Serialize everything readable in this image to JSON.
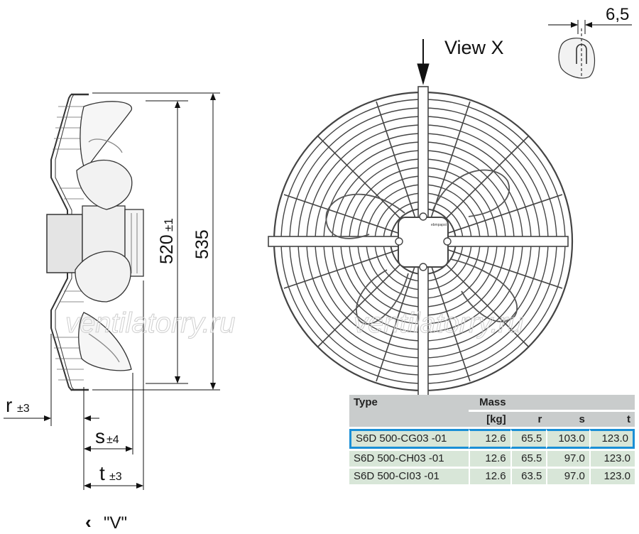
{
  "labels": {
    "view_x": "View X",
    "detail_dim": "6,5",
    "dim_520": "520",
    "dim_520_tol": "±1",
    "dim_535": "535",
    "dim_r": "r",
    "dim_r_tol": "±3",
    "dim_s": "s",
    "dim_s_tol": "±4",
    "dim_t": "t",
    "dim_t_tol": "±3",
    "view_v": "\"V\"",
    "watermark": "ventilatorry.ru",
    "motor_badge": "ebmpapst"
  },
  "table": {
    "header": {
      "type": "Type",
      "mass": "Mass",
      "mass_unit": "[kg]",
      "r": "r",
      "s": "s",
      "t": "t"
    },
    "rows": [
      {
        "type": "S6D  500-CG03  -01",
        "mass": "12.6",
        "r": "65.5",
        "s": "103.0",
        "t": "123.0"
      },
      {
        "type": "S6D  500-CH03  -01",
        "mass": "12.6",
        "r": "65.5",
        "s": "97.0",
        "t": "123.0"
      },
      {
        "type": "S6D  500-CI03  -01",
        "mass": "12.6",
        "r": "63.5",
        "s": "97.0",
        "t": "123.0"
      }
    ],
    "selected_row": 0
  },
  "colors": {
    "highlight": "#1a8fd6",
    "header_bg": "#c9cccc",
    "row_bg": "#d8e6d8"
  }
}
